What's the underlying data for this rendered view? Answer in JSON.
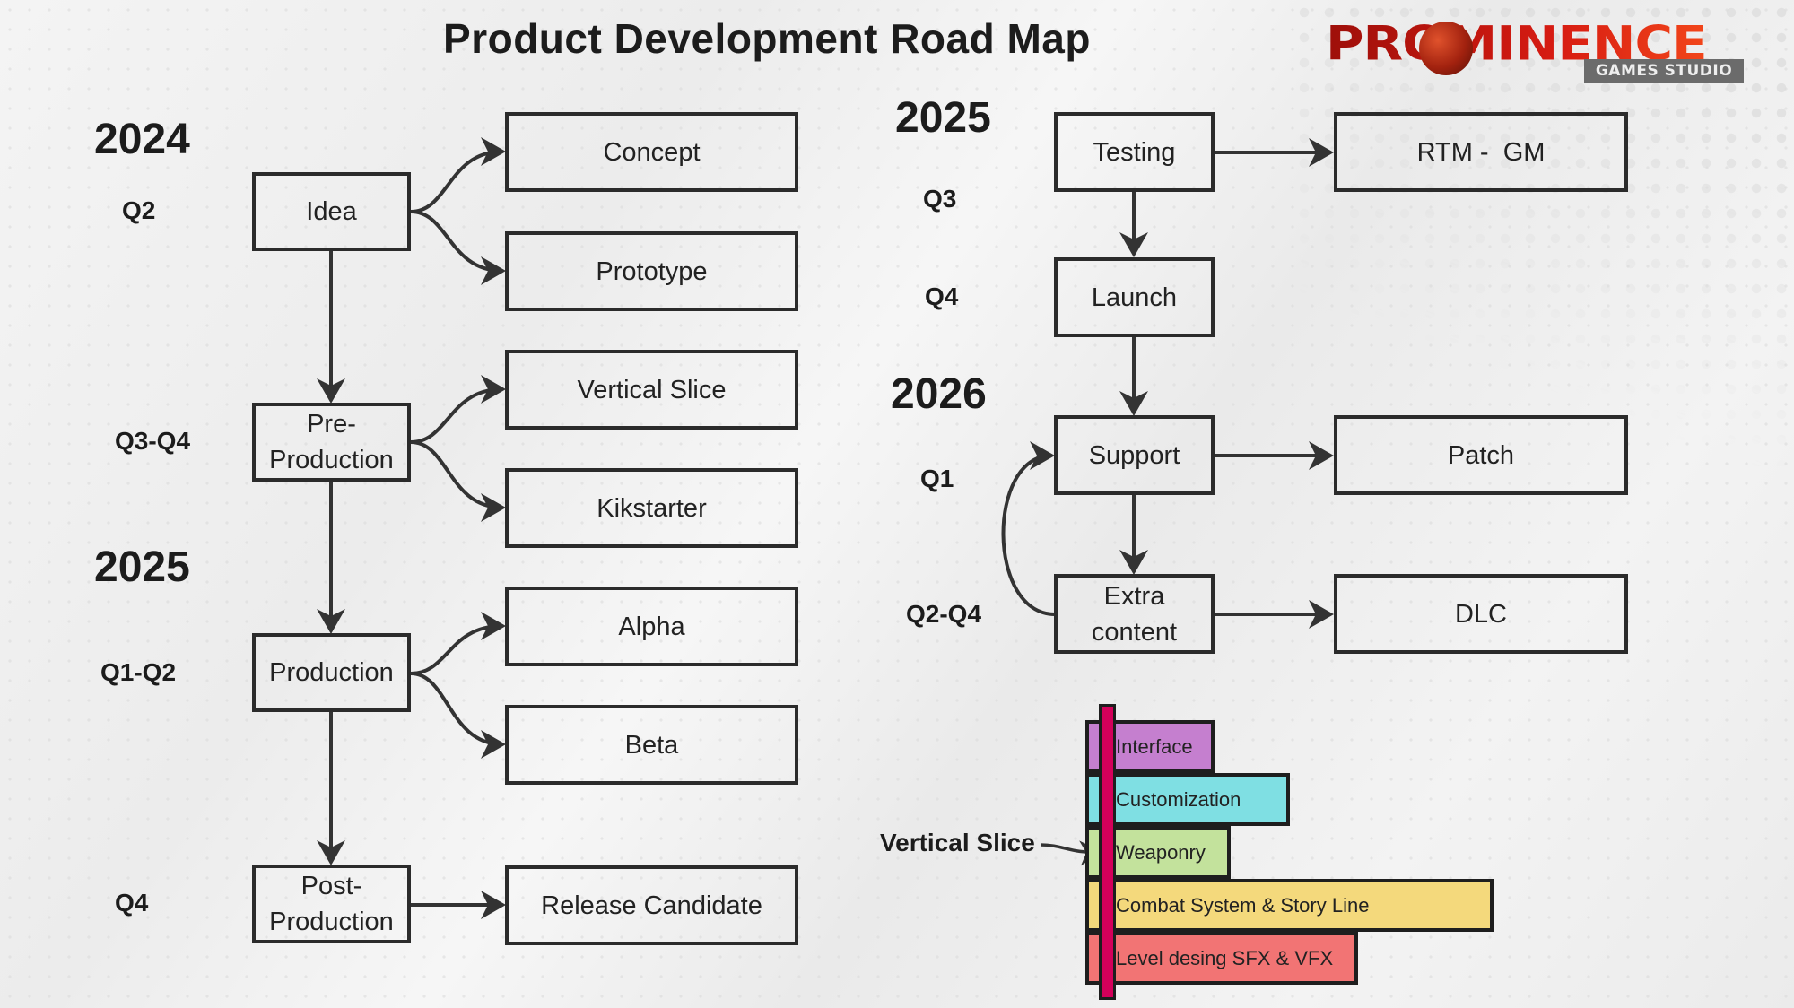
{
  "title": "Product Development Road Map",
  "logo": {
    "name": "PROMINENCE",
    "subtitle": "GAMES STUDIO",
    "colors": {
      "primary": "#c8150f",
      "subtitle_bg": "#6b6b6b"
    }
  },
  "left_timeline": {
    "years": [
      {
        "label": "2024"
      },
      {
        "label": "2025"
      }
    ],
    "quarters": [
      "Q2",
      "Q3-Q4",
      "Q1-Q2",
      "Q4"
    ],
    "phases": [
      {
        "label": "Idea",
        "outputs": [
          "Concept",
          "Prototype"
        ]
      },
      {
        "label": "Pre-\nProduction",
        "outputs": [
          "Vertical Slice",
          "Kikstarter"
        ]
      },
      {
        "label": "Production",
        "outputs": [
          "Alpha",
          "Beta"
        ]
      },
      {
        "label": "Post-\nProduction",
        "outputs": [
          "Release Candidate"
        ]
      }
    ]
  },
  "right_timeline": {
    "years": [
      {
        "label": "2025"
      },
      {
        "label": "2026"
      }
    ],
    "quarters": [
      "Q3",
      "Q4",
      "Q1",
      "Q2-Q4"
    ],
    "phases": [
      {
        "label": "Testing",
        "outputs": [
          "RTM -  GM"
        ]
      },
      {
        "label": "Launch",
        "outputs": []
      },
      {
        "label": "Support",
        "outputs": [
          "Patch"
        ]
      },
      {
        "label": "Extra\ncontent",
        "outputs": [
          "DLC"
        ]
      }
    ]
  },
  "vertical_slice": {
    "label": "Vertical Slice",
    "marker_color": "#d4005a",
    "items": [
      {
        "label": "Interface",
        "color": "#c57fcf"
      },
      {
        "label": "Customization",
        "color": "#7fdfe3"
      },
      {
        "label": "Weaponry",
        "color": "#c3e29c"
      },
      {
        "label": "Combat System & Story Line",
        "color": "#f4d97c"
      },
      {
        "label": "Level desing  SFX & VFX",
        "color": "#f27474"
      }
    ]
  }
}
